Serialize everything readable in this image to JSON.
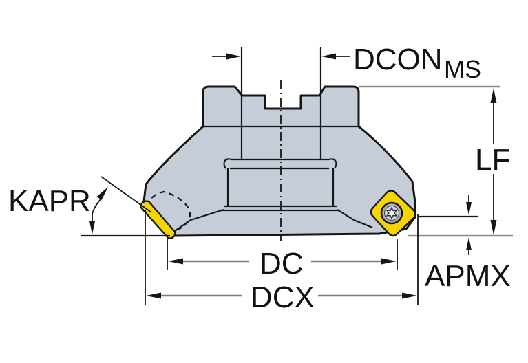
{
  "diagram": {
    "type": "technical-drawing",
    "subject": "face-milling-cutter-side-view",
    "labels": {
      "dcon": "DCON",
      "dcon_sub": "MS",
      "lf": "LF",
      "kapr": "KAPR",
      "dc": "DC",
      "dcx": "DCX",
      "apmx": "APMX"
    },
    "colors": {
      "body": "#c5ced8",
      "insert_yellow": "#f6d400",
      "outline": "#161616",
      "dim_line_gray": "#7d7d7d",
      "ref_line_gray": "#8a8a8a",
      "screw_gray": "#a8b1ba",
      "background": "#ffffff"
    }
  }
}
